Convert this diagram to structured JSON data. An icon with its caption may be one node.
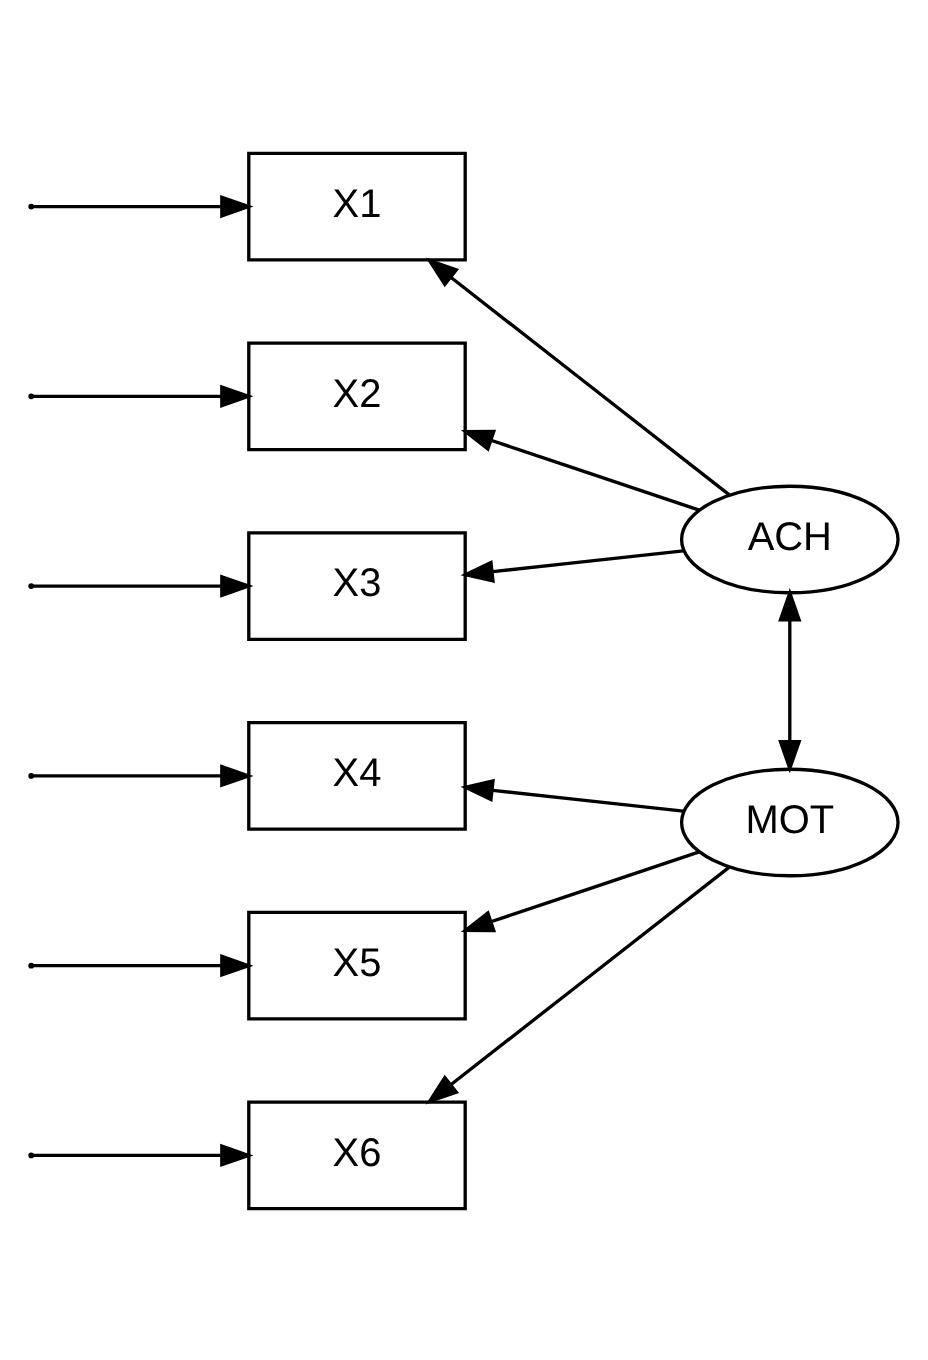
{
  "diagram": {
    "nodes": [
      {
        "text": [
          "X1"
        ]
      },
      {
        "text": [
          "ACH"
        ]
      },
      {
        "text": [
          "X2"
        ]
      },
      {
        "text": [
          "X3"
        ]
      },
      {
        "text": [
          "X4"
        ]
      },
      {
        "text": [
          "MOT"
        ]
      },
      {
        "text": [
          "X5"
        ]
      },
      {
        "text": [
          "X6"
        ]
      }
    ],
    "edges": [
      {
        "from": null,
        "to": 0,
        "arrow": "to"
      },
      {
        "from": null,
        "to": 2,
        "arrow": "to"
      },
      {
        "from": null,
        "to": 3,
        "arrow": "to"
      },
      {
        "from": null,
        "to": 4,
        "arrow": "to"
      },
      {
        "from": null,
        "to": 6,
        "arrow": "to"
      },
      {
        "from": null,
        "to": 7,
        "arrow": "to"
      },
      {
        "from": 1,
        "to": 0,
        "arrow": "to"
      },
      {
        "from": 1,
        "to": 2,
        "arrow": "to"
      },
      {
        "from": 1,
        "to": 3,
        "arrow": "to"
      },
      {
        "from": 5,
        "to": 4,
        "arrow": "to"
      },
      {
        "from": 5,
        "to": 6,
        "arrow": "to"
      },
      {
        "from": 5,
        "to": 7,
        "arrow": "to"
      },
      {
        "from": 1,
        "to": 5,
        "arrow": "both"
      }
    ]
  }
}
